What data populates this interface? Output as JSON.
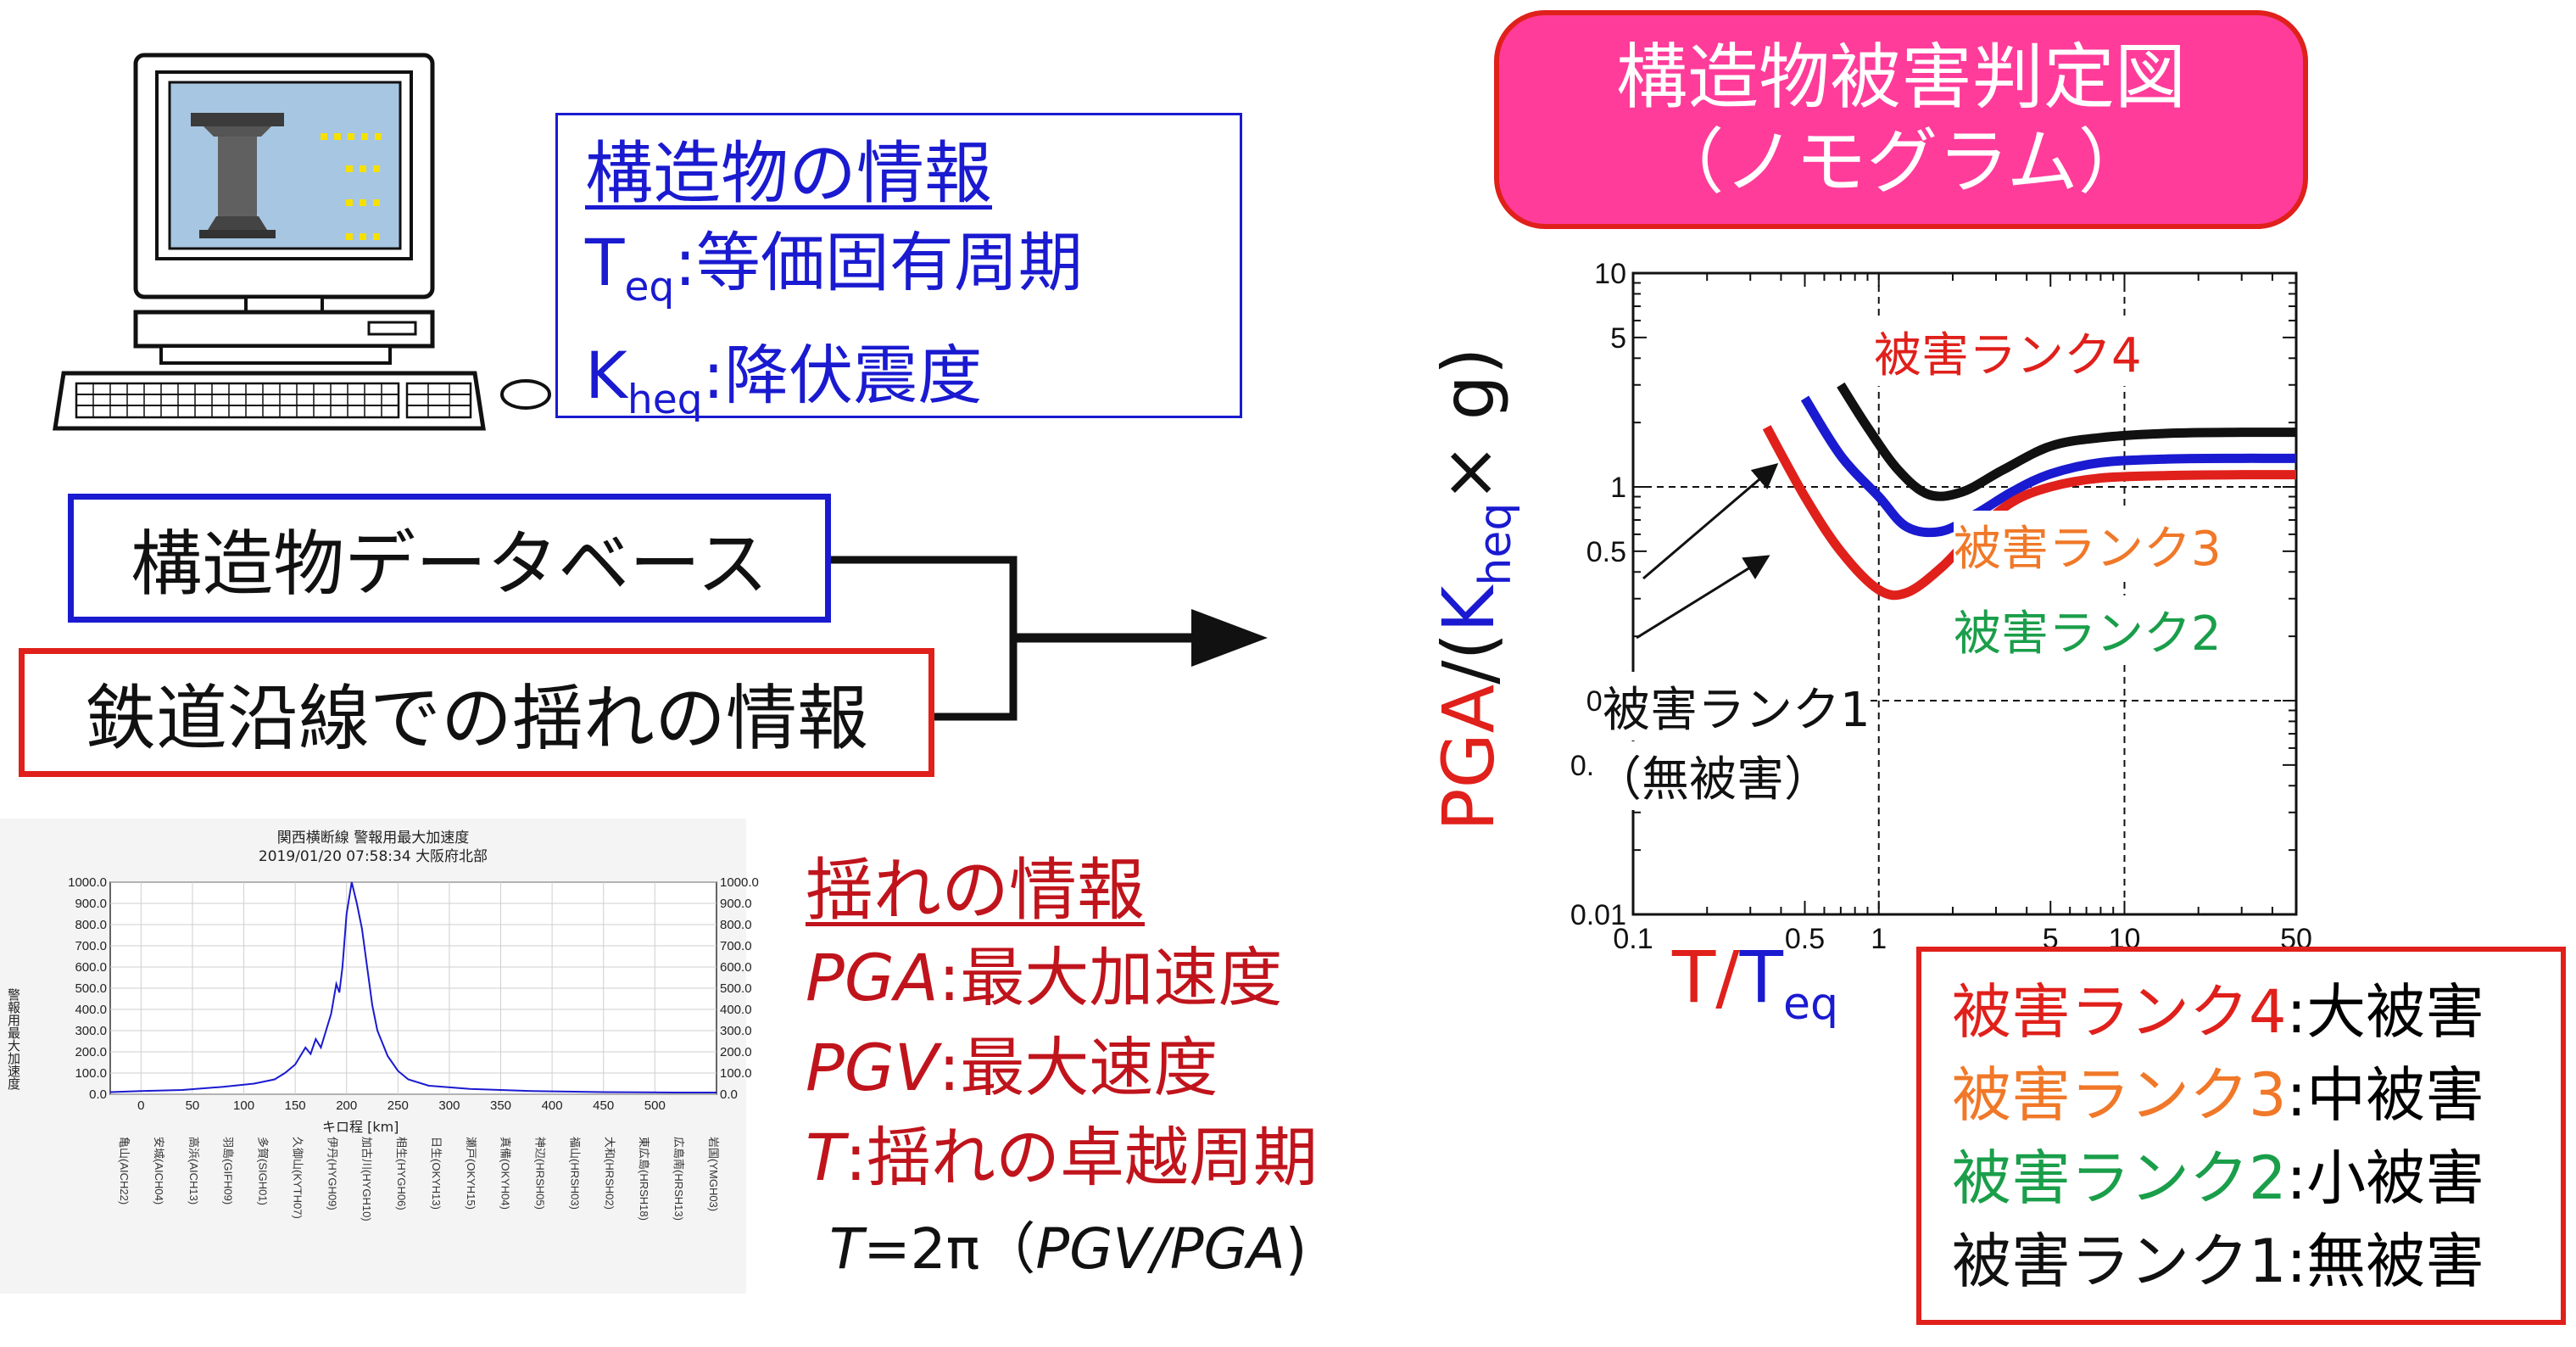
{
  "structure_info": {
    "heading": "構造物の情報",
    "teq_symbol": "T",
    "teq_sub": "eq",
    "teq_desc": ":等価固有周期",
    "kheq_symbol": "K",
    "kheq_sub": "heq",
    "kheq_desc": ":降伏震度"
  },
  "inputs": {
    "database_label": "構造物データベース",
    "shaking_label": "鉄道沿線での揺れの情報"
  },
  "shaking_info": {
    "heading": "揺れの情報",
    "pga_symbol": "PGA",
    "pga_desc": ":最大加速度",
    "pgv_symbol": "PGV",
    "pgv_desc": ":最大速度",
    "t_symbol": "T",
    "t_desc": ":揺れの卓越周期",
    "formula_t": "T",
    "formula_mid": "=2π（",
    "formula_pgv": "PGV/PGA",
    "formula_end": ")"
  },
  "nomogram": {
    "title_line1": "構造物被害判定図",
    "title_line2": "（ノモグラム）"
  },
  "legend": {
    "items": [
      {
        "rank": "被害ランク4",
        "sep": ":",
        "desc": "大被害",
        "color": "#e0201b"
      },
      {
        "rank": "被害ランク3",
        "sep": ":",
        "desc": "中被害",
        "color": "#f07828"
      },
      {
        "rank": "被害ランク2",
        "sep": ":",
        "desc": "小被害",
        "color": "#1a9e4a"
      },
      {
        "rank": "被害ランク1",
        "sep": ":",
        "desc": "無被害",
        "color": "#111111"
      }
    ]
  },
  "colors": {
    "red": "#e0201b",
    "blue": "#1a1ad0",
    "title_fill": "#ff3c9a",
    "title_border": "#e0201b",
    "orange": "#f07828",
    "green": "#1a9e4a"
  },
  "chart_data": [
    {
      "type": "line",
      "xscale": "log",
      "yscale": "log",
      "xlim": [
        0.1,
        50
      ],
      "ylim": [
        0.01,
        10
      ],
      "xticks": [
        "0.1",
        "0.5",
        "1",
        "5",
        "10",
        "50"
      ],
      "yticks": [
        "10",
        "5",
        "1",
        "0.5",
        "0.1",
        "0.05",
        "0.01"
      ],
      "xlabel_main": "T/",
      "xlabel_sym": "T",
      "xlabel_sub": "eq",
      "ylabel_prefix": "PGA",
      "ylabel_mid": "/(",
      "ylabel_sym": "K",
      "ylabel_sub": "heq",
      "ylabel_suffix": "× g)",
      "grid": "dashed at x=1, x=10, y=1, y=0.1",
      "region_labels": {
        "rank4": "被害ランク4",
        "rank3": "被害ランク3",
        "rank2": "被害ランク2",
        "rank1": "被害ランク1",
        "rank1_note": "（無被害）"
      },
      "series": [
        {
          "color": "#111111",
          "x": [
            0.7,
            0.9,
            1.2,
            1.6,
            2.2,
            3.2,
            5,
            8,
            15,
            30,
            50
          ],
          "y": [
            3.0,
            1.9,
            1.2,
            0.92,
            0.95,
            1.2,
            1.55,
            1.7,
            1.78,
            1.8,
            1.8
          ]
        },
        {
          "color": "#1a1ad0",
          "x": [
            0.5,
            0.7,
            1.0,
            1.3,
            1.8,
            2.5,
            3.5,
            5,
            8,
            15,
            30,
            50
          ],
          "y": [
            2.6,
            1.4,
            0.9,
            0.65,
            0.62,
            0.75,
            0.95,
            1.15,
            1.3,
            1.35,
            1.36,
            1.36
          ]
        },
        {
          "color": "#e0201b",
          "x": [
            0.35,
            0.5,
            0.7,
            1.0,
            1.3,
            1.8,
            2.5,
            3.5,
            5,
            8,
            15,
            30,
            50
          ],
          "y": [
            1.9,
            0.9,
            0.5,
            0.33,
            0.32,
            0.42,
            0.62,
            0.85,
            1.0,
            1.1,
            1.13,
            1.14,
            1.14
          ]
        }
      ]
    },
    {
      "type": "line",
      "title": "関西横断線 警報用最大加速度",
      "subtitle": "2019/01/20 07:58:34 大阪府北部",
      "xlabel": "キロ程 [km]",
      "ylabel": "警報用最大加速度",
      "xlim": [
        -30,
        560
      ],
      "ylim": [
        0,
        1000
      ],
      "xticks": [
        "0",
        "50",
        "100",
        "150",
        "200",
        "250",
        "300",
        "350",
        "400",
        "450",
        "500"
      ],
      "yticks": [
        "0.0",
        "100.0",
        "200.0",
        "300.0",
        "400.0",
        "500.0",
        "600.0",
        "700.0",
        "800.0",
        "900.0",
        "1000.0"
      ],
      "stations": [
        "亀山(AICH22)",
        "安城(AICH04)",
        "高浜(AICH13)",
        "羽島(GIFH09)",
        "多賀(SIGH01)",
        "久御山(KYTH07)",
        "伊丹(HYGH09)",
        "加古川(HYGH10)",
        "相生(HYGH06)",
        "日生(OKYH13)",
        "瀬戸(OKYH15)",
        "真備(OKYH04)",
        "神辺(HRSH05)",
        "福山(HRSH03)",
        "大和(HRSH02)",
        "東広島(HRSH18)",
        "広島南(HRSH13)",
        "岩国(YMGH03)"
      ],
      "series": [
        {
          "color": "#1a1ad0",
          "x": [
            -30,
            0,
            40,
            80,
            110,
            130,
            140,
            150,
            160,
            165,
            170,
            175,
            180,
            185,
            190,
            193,
            196,
            200,
            205,
            210,
            215,
            220,
            225,
            230,
            240,
            250,
            260,
            280,
            320,
            380,
            450,
            520,
            560
          ],
          "y": [
            10,
            15,
            20,
            35,
            50,
            70,
            100,
            140,
            220,
            190,
            260,
            220,
            300,
            380,
            520,
            480,
            600,
            850,
            1000,
            900,
            780,
            600,
            420,
            300,
            180,
            110,
            70,
            40,
            25,
            15,
            10,
            8,
            8
          ]
        }
      ]
    }
  ]
}
